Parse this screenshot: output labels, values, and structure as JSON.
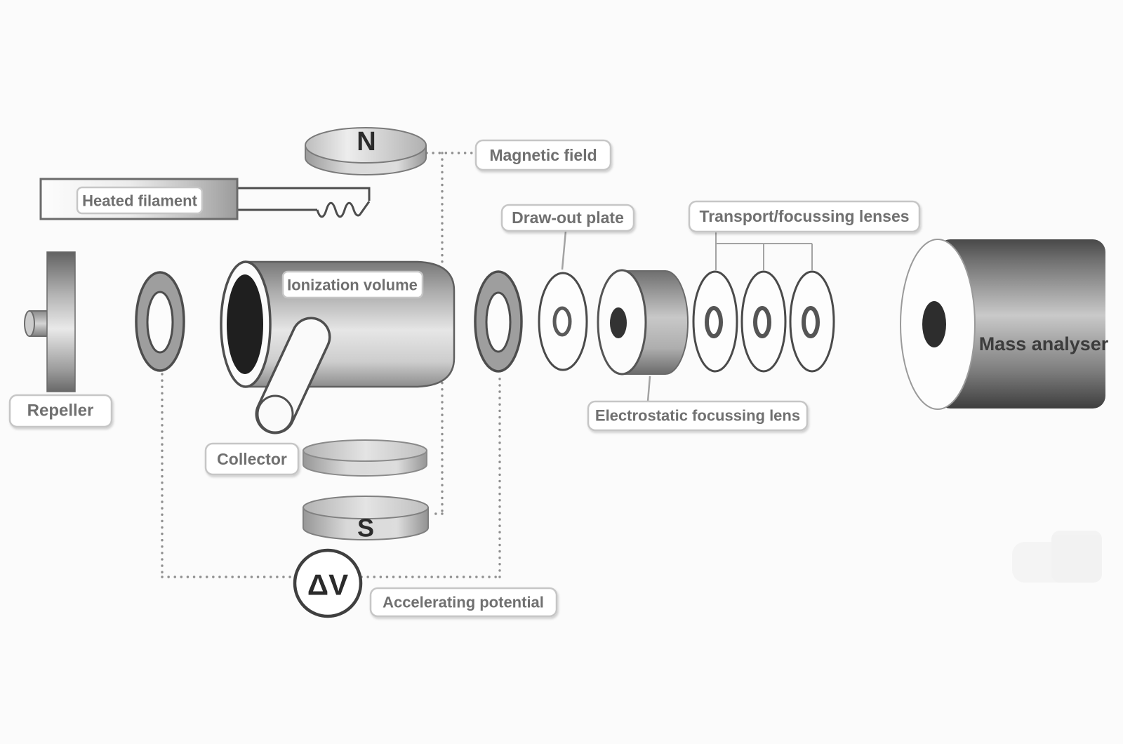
{
  "diagram": {
    "subject": "Electron ionization source schematic",
    "labels": {
      "repeller": "Repeller",
      "heated_filament": "Heated filament",
      "ionization_volume": "Ionization volume",
      "collector": "Collector",
      "magnetic_field": "Magnetic field",
      "north_pole": "N",
      "south_pole": "S",
      "draw_out_plate": "Draw-out plate",
      "electrostatic_focussing_lens": "Electrostatic focussing lens",
      "transport_focussing_lenses": "Transport/focussing lenses",
      "mass_analyser": "Mass analyser",
      "accelerating_potential": "Accelerating potential",
      "delta_v_symbol": "ΔV"
    },
    "colors": {
      "background": "#fbfbfb",
      "label_text": "#6f6f6f",
      "dark_text": "#2b2b2b",
      "outline": "#4f4f4f",
      "dotted_line": "#8f8f8f",
      "metal_light": "#e6e6e6",
      "metal_dark": "#6f6f6f"
    }
  }
}
